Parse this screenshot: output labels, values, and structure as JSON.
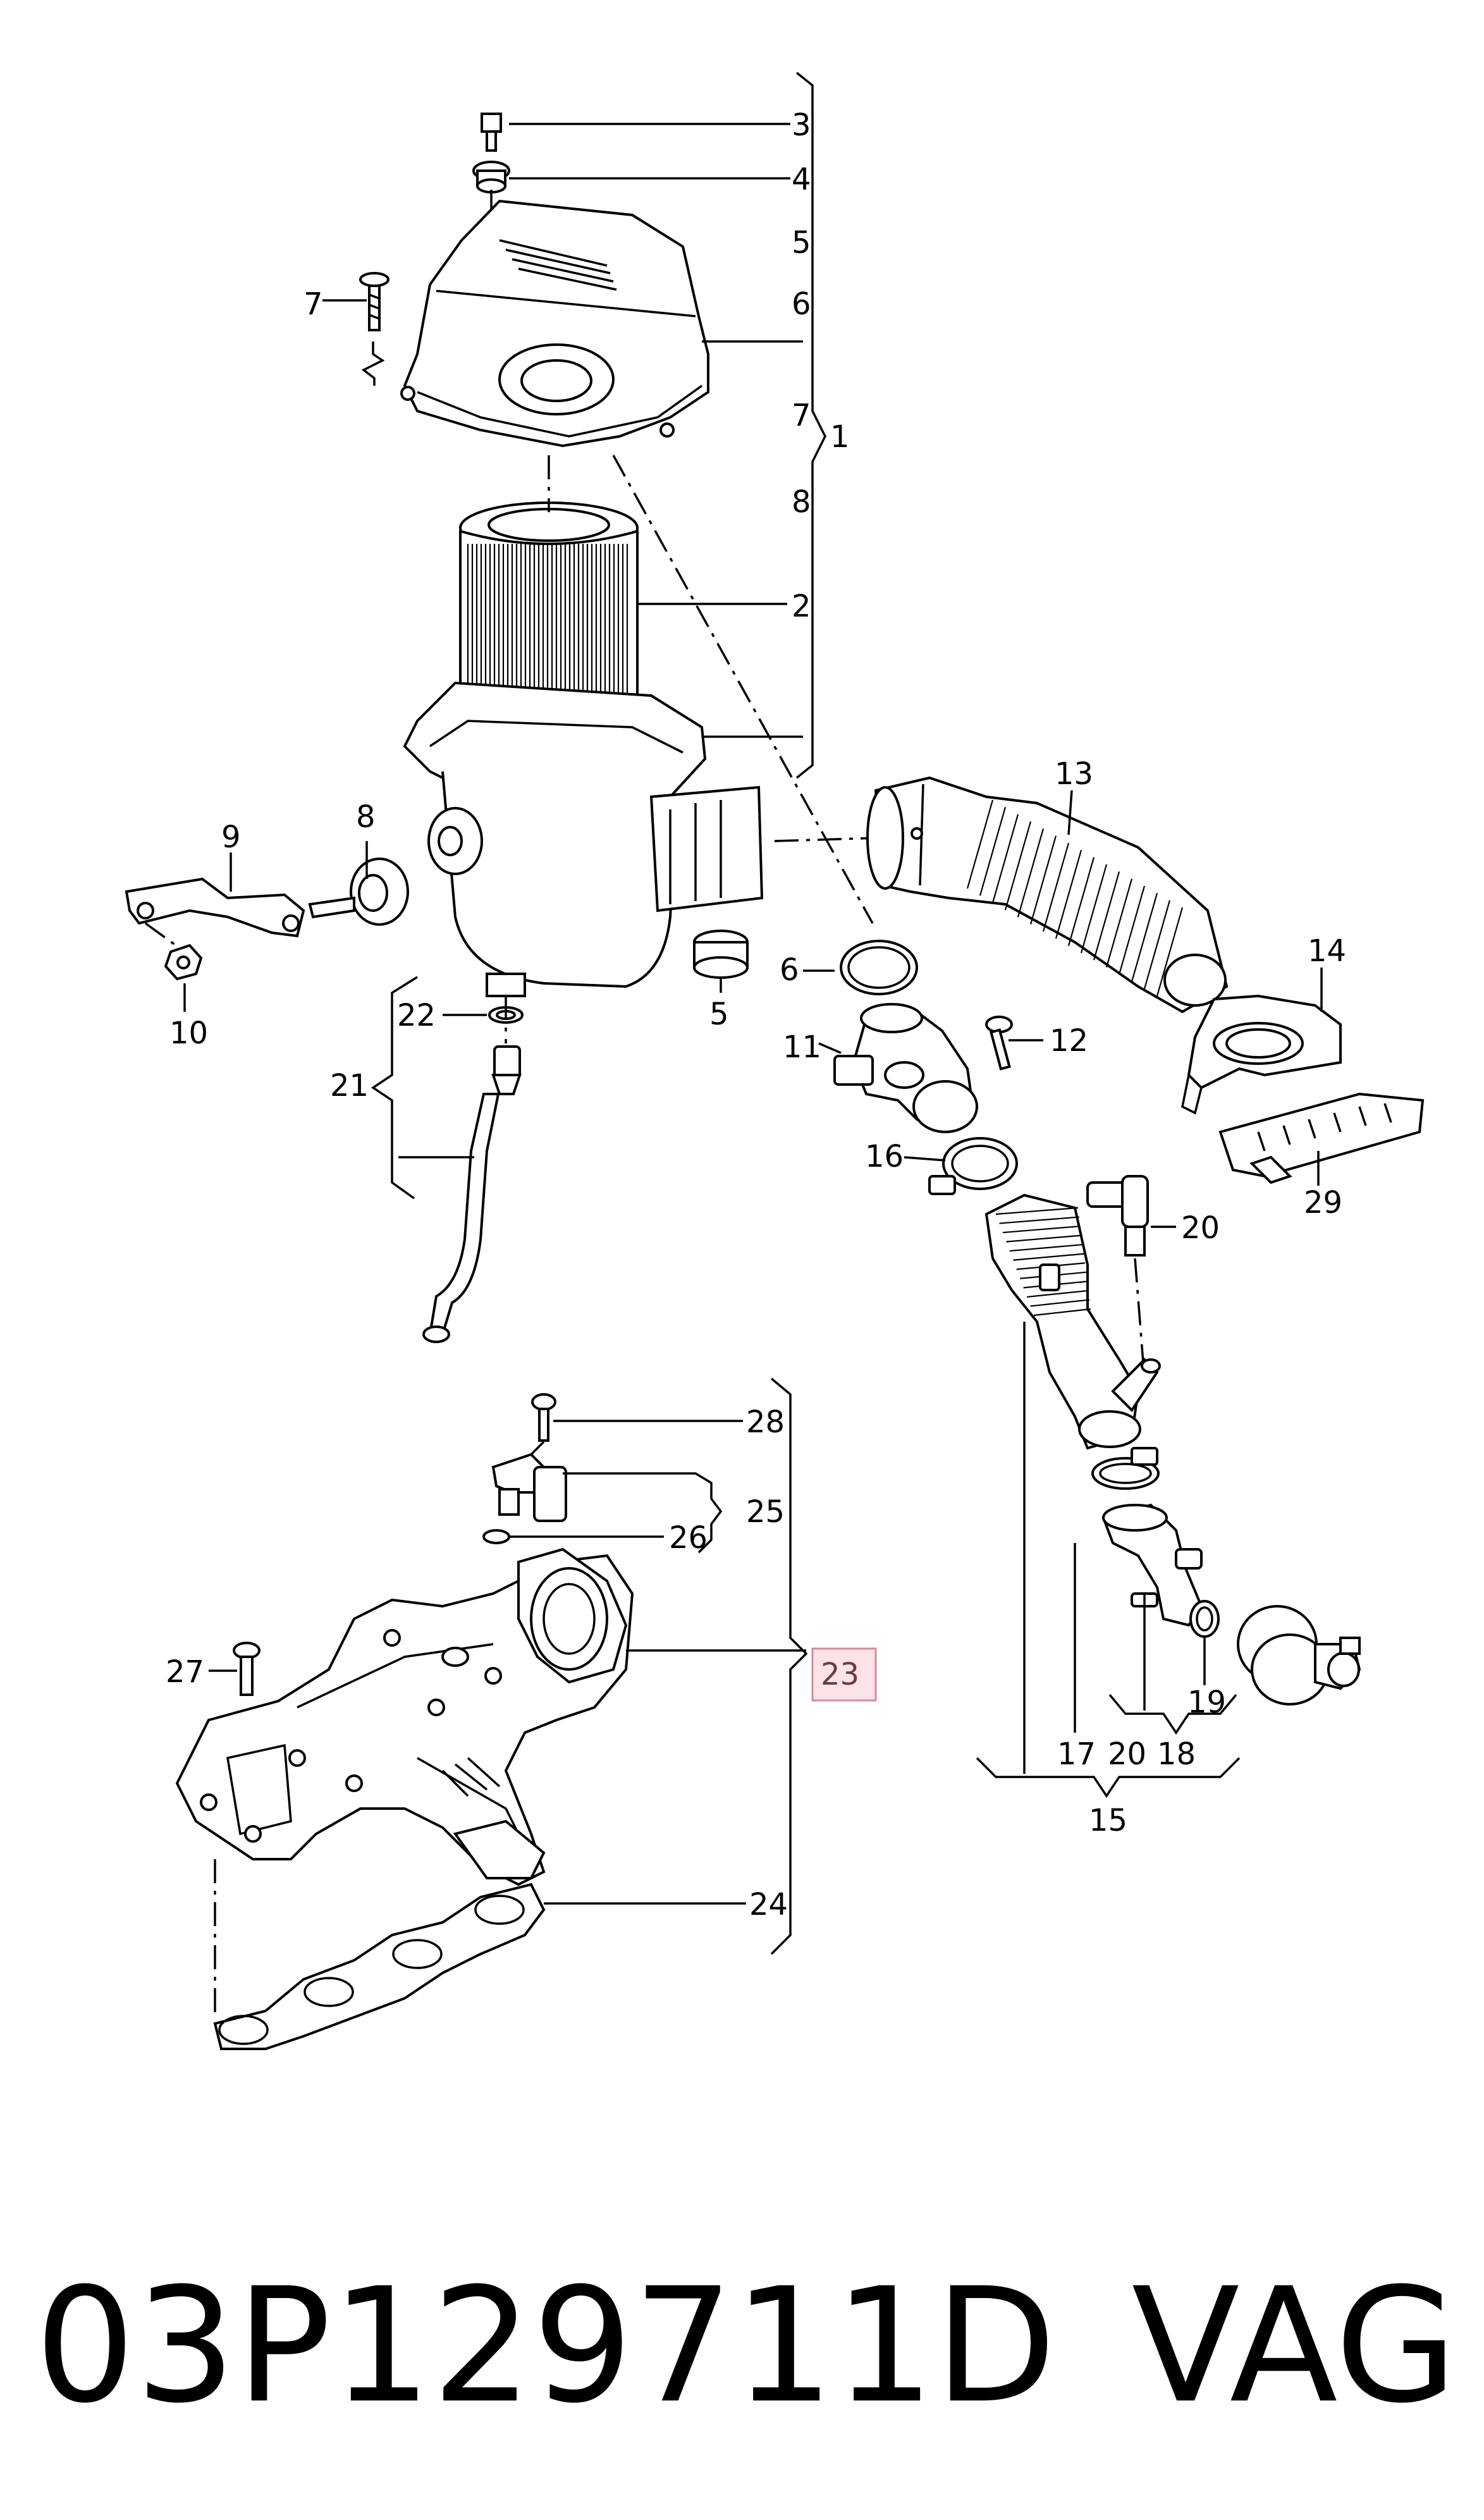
{
  "part_number": "03P129711D",
  "brand": "VAG",
  "highlighted_callout": "23",
  "colors": {
    "highlight_fill": "#fbe3e8",
    "highlight_stroke": "#d98a9a",
    "line": "#000000"
  },
  "callouts": {
    "c3": "3",
    "c4": "4",
    "c5a": "5",
    "c6a": "6",
    "c7a": "7",
    "c8a": "8",
    "c1": "1",
    "c7b": "7",
    "c2": "2",
    "c13": "13",
    "c9": "9",
    "c8b": "8",
    "c10": "10",
    "c14": "14",
    "c6b": "6",
    "c5b": "5",
    "c22": "22",
    "c11": "11",
    "c12": "12",
    "c21": "21",
    "c16": "16",
    "c29": "29",
    "c20a": "20",
    "c28": "28",
    "c25": "25",
    "c26": "26",
    "c27": "27",
    "c23": "23",
    "c19": "19",
    "c17": "17",
    "c20b": "20",
    "c18": "18",
    "c15": "15",
    "c24": "24"
  }
}
